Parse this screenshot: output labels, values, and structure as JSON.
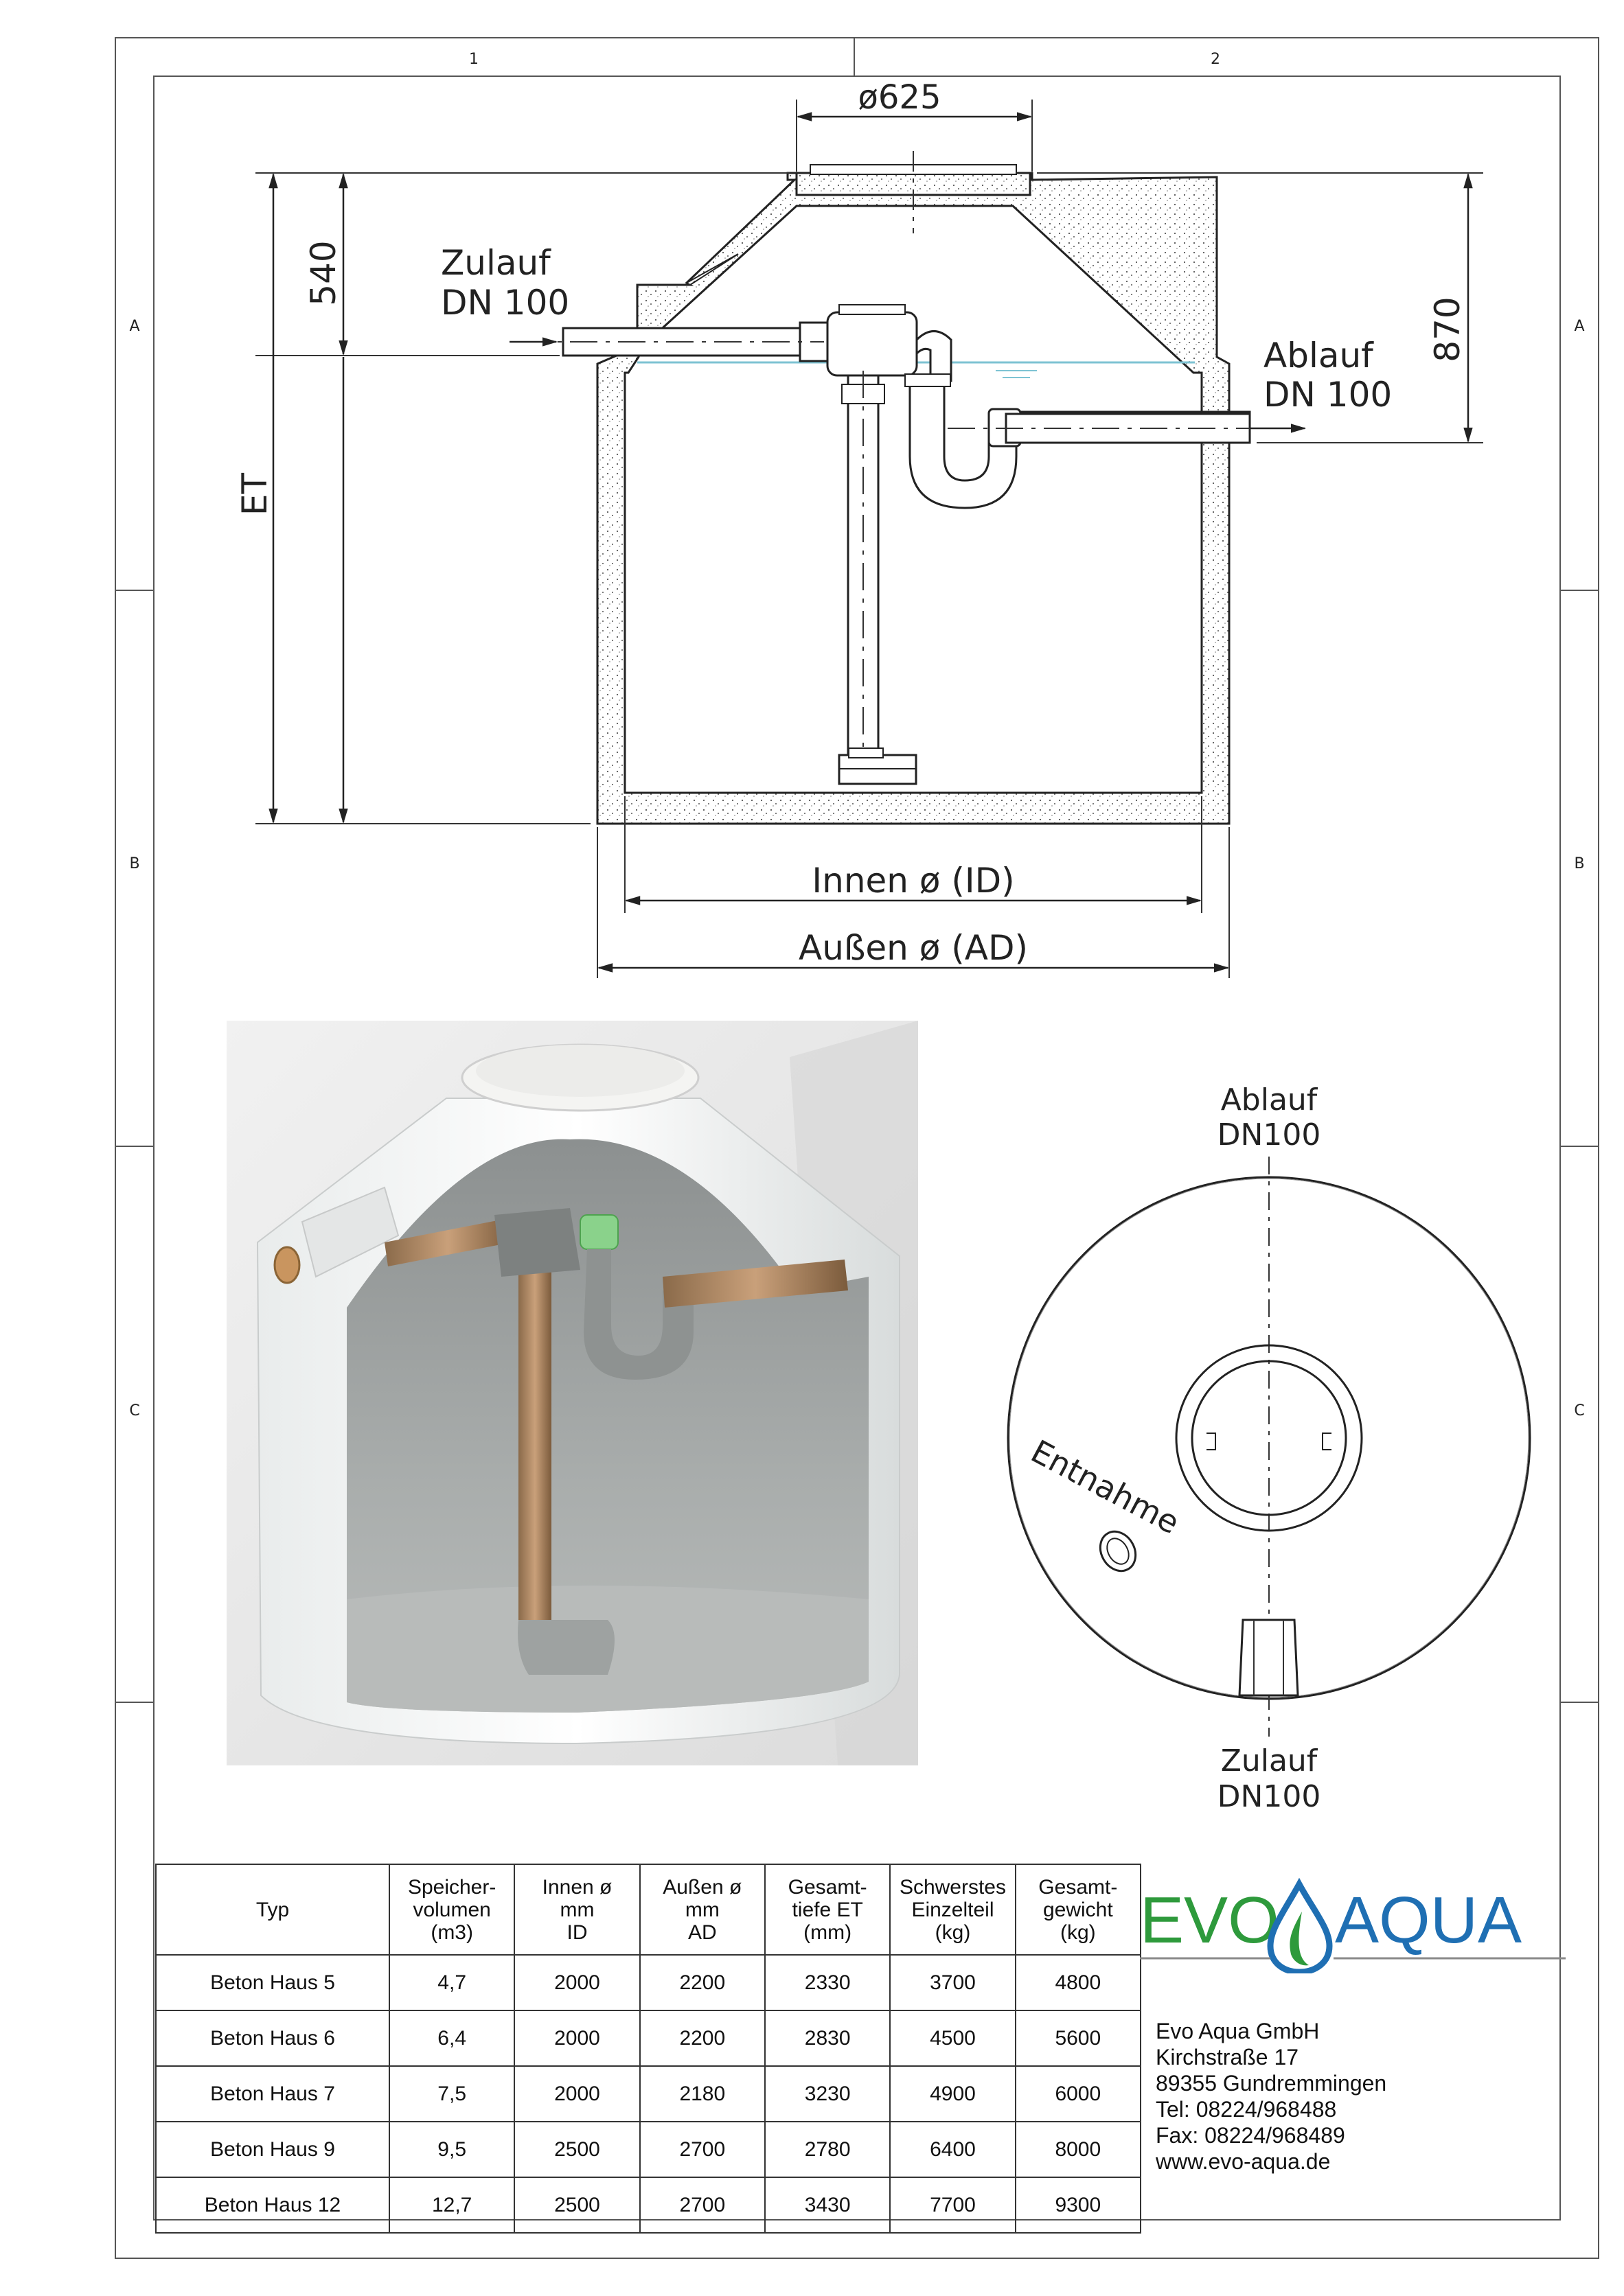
{
  "frame": {
    "columns": [
      "1",
      "2"
    ],
    "rows": [
      "A",
      "B",
      "C"
    ]
  },
  "section_view": {
    "manhole_diameter": "ø625",
    "dim_540": "540",
    "dim_870": "870",
    "dim_et": "ET",
    "inlet_label_1": "Zulauf",
    "inlet_label_2": "DN 100",
    "outlet_label_1": "Ablauf",
    "outlet_label_2": "DN 100",
    "inner_diameter": "Innen ø (ID)",
    "outer_diameter": "Außen ø (AD)"
  },
  "plan_view": {
    "outlet_label_1": "Ablauf",
    "outlet_label_2": "DN100",
    "inlet_label_1": "Zulauf",
    "inlet_label_2": "DN100",
    "extraction_label": "Entnahme"
  },
  "spec_table": {
    "headers": [
      "Typ",
      "Speicher-\nvolumen\n(m3)",
      "Innen ø\nmm\nID",
      "Außen ø\nmm\nAD",
      "Gesamt-\ntiefe ET\n(mm)",
      "Schwerstes\nEinzelteil\n(kg)",
      "Gesamt-\ngewicht\n(kg)"
    ],
    "rows": [
      [
        "Beton Haus 5",
        "4,7",
        "2000",
        "2200",
        "2330",
        "3700",
        "4800"
      ],
      [
        "Beton Haus 6",
        "6,4",
        "2000",
        "2200",
        "2830",
        "4500",
        "5600"
      ],
      [
        "Beton Haus 7",
        "7,5",
        "2000",
        "2180",
        "3230",
        "4900",
        "6000"
      ],
      [
        "Beton Haus 9",
        "9,5",
        "2500",
        "2700",
        "2780",
        "6400",
        "8000"
      ],
      [
        "Beton Haus 12",
        "12,7",
        "2500",
        "2700",
        "3430",
        "7700",
        "9300"
      ]
    ]
  },
  "company": {
    "logo_left": "EVO",
    "logo_right": "AQUA",
    "name": "Evo Aqua GmbH",
    "street": "Kirchstraße 17",
    "city": "89355 Gundremmingen",
    "tel": "Tel: 08224/968488",
    "fax": "Fax: 08224/968489",
    "web": "www.evo-aqua.de",
    "brand_green": "#2e9a3c",
    "brand_blue": "#1f6fb3"
  }
}
